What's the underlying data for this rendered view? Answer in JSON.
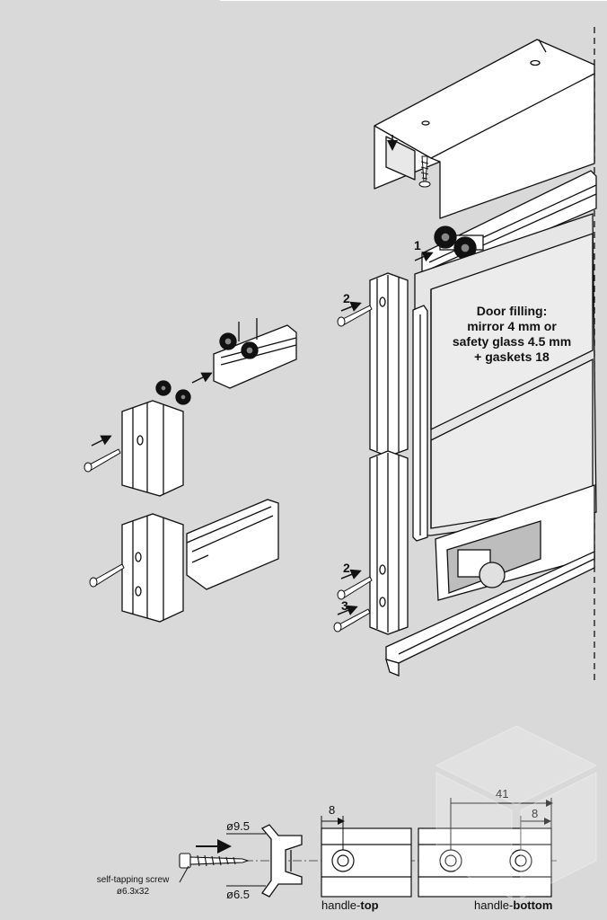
{
  "filling": {
    "line1": "Door filling:",
    "line2": "mirror 4 mm or",
    "line3": "safety glass 4.5 mm",
    "line4": "+ gaskets 18"
  },
  "steps": {
    "s1": "1",
    "s2a": "2",
    "s2b": "2",
    "s3": "3"
  },
  "dims": {
    "d_top_8": "8",
    "d_bottom_41": "41",
    "d_bottom_8": "8",
    "dia_95": "ø9.5",
    "dia_65": "ø6.5"
  },
  "screw": {
    "name": "self-tapping screw",
    "size": "ø6.3x32"
  },
  "handles": {
    "top_prefix": "handle-",
    "top_bold": "top",
    "bottom_prefix": "handle-",
    "bottom_bold": "bottom"
  },
  "colors": {
    "background": "#d9d9d9",
    "line": "#1a1a1a",
    "part_fill": "#ffffff",
    "panel_fill": "#e6e6e6"
  }
}
